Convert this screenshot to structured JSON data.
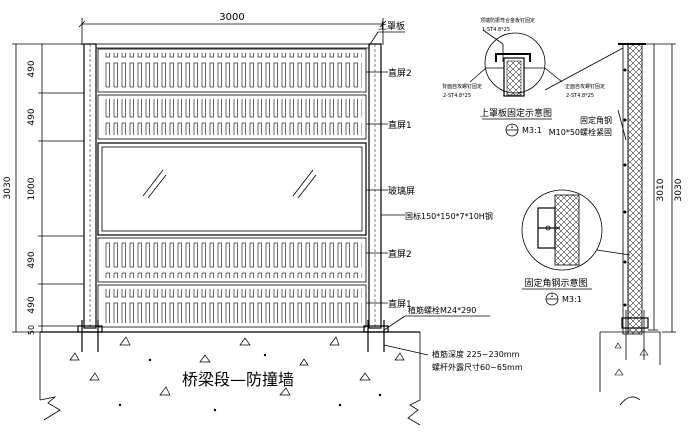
{
  "elevation": {
    "top_width": "3000",
    "left_dims": [
      "490",
      "490",
      "1000",
      "490",
      "490",
      "50"
    ],
    "left_total": "3030",
    "labels": {
      "top_cover": "上罩板",
      "screen2_top": "直屏2",
      "screen1_top": "直屏1",
      "glass": "玻璃屏",
      "hbeam": "国标150*150*7*10H钢",
      "screen2_bottom": "直屏2",
      "screen1_bottom": "直屏1",
      "bolt": "植筋螺栓M24*290",
      "depth_line1": "植筋深度 225~230mm",
      "depth_line2": "螺杆外露尺寸60~65mm"
    },
    "base_title": "桥梁段—防撞墙"
  },
  "detail_top": {
    "callout_top": "顶端防振弯合金板钉固定",
    "callout_top_sub": "1-ST4.8*25",
    "callout_left": "背面自攻螺钉固定",
    "callout_left_sub": "2-ST4.8*25",
    "callout_right": "正面自攻螺钉固定",
    "callout_right_sub": "2-ST4.8*25",
    "title": "上罩板固定示意图",
    "scale": "M3:1"
  },
  "detail_angle": {
    "title": "固定角钢示意图",
    "scale": "M3:1"
  },
  "side": {
    "label_line1": "固定角钢",
    "label_line2": "M10*50螺栓紧固",
    "height": "3010",
    "height2": "3030"
  },
  "section_symbol": "1"
}
